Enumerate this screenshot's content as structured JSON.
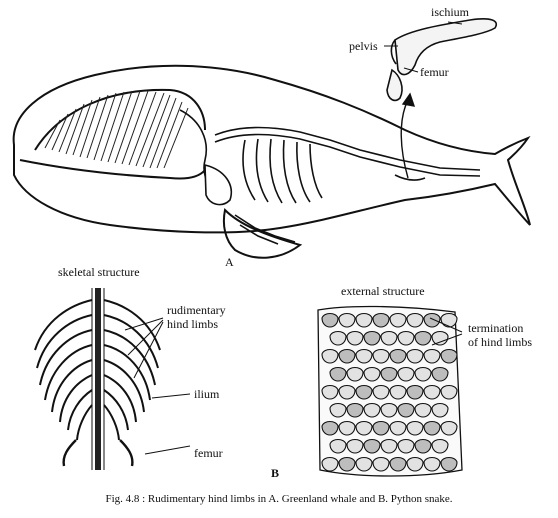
{
  "labels": {
    "ischium": "ischium",
    "pelvis": "pelvis",
    "femur_whale": "femur",
    "part_a": "A",
    "skeletal_structure": "skeletal structure",
    "rudimentary_hind_limbs": [
      "rudimentary",
      "hind limbs"
    ],
    "ilium": "ilium",
    "femur_snake": "femur",
    "part_b": "B",
    "external_structure": "external structure",
    "termination": [
      "termination",
      "of hind limbs"
    ]
  },
  "caption": "Fig. 4.8 : Rudimentary hind limbs in A. Greenland whale and B. Python snake."
}
